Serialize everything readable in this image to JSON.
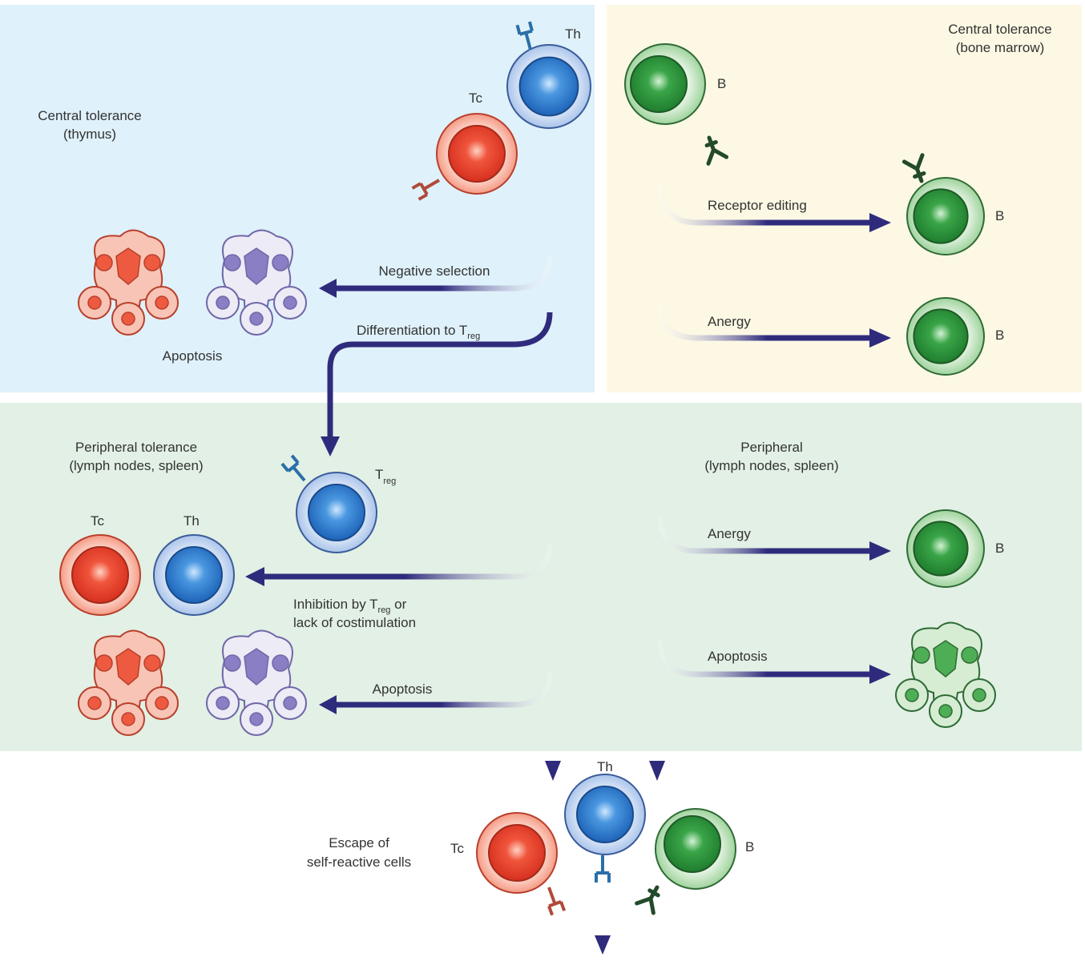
{
  "panels": {
    "thymus": {
      "title1": "Central tolerance",
      "title2": "(thymus)",
      "color": "#dff1fa"
    },
    "marrow": {
      "title1": "Central tolerance",
      "title2": "(bone marrow)",
      "color": "#fcf8e4"
    },
    "peripheral_t": {
      "title1": "Peripheral tolerance",
      "title2": "(lymph nodes, spleen)",
      "color": "#e2f0e5"
    },
    "peripheral_b": {
      "title1": "Peripheral",
      "title2": "(lymph nodes, spleen)"
    }
  },
  "cells": {
    "th": "Th",
    "tc": "Tc",
    "b": "B",
    "treg_main": "T",
    "treg_sub": "reg"
  },
  "arrows": {
    "negative_selection": "Negative selection",
    "differentiation": "Differentiation to T",
    "differentiation_sub": "reg",
    "apoptosis_thymus": "Apoptosis",
    "inhibition1": "Inhibition by T",
    "inhibition_sub": "reg",
    "inhibition1_end": " or",
    "inhibition2": "lack of costimulation",
    "apoptosis_periph": "Apoptosis",
    "receptor_editing": "Receptor editing",
    "anergy_central": "Anergy",
    "anergy_periph": "Anergy",
    "apoptosis_b": "Apoptosis"
  },
  "escape": {
    "line1": "Escape of",
    "line2": "self-reactive cells"
  },
  "colors": {
    "arrow": "#2f2b7c",
    "t_helper": "#2f7fd0",
    "t_cytotoxic": "#e8442f",
    "b_cell": "#2e9a3f",
    "apoptotic_purple": "#8a7fc4"
  }
}
